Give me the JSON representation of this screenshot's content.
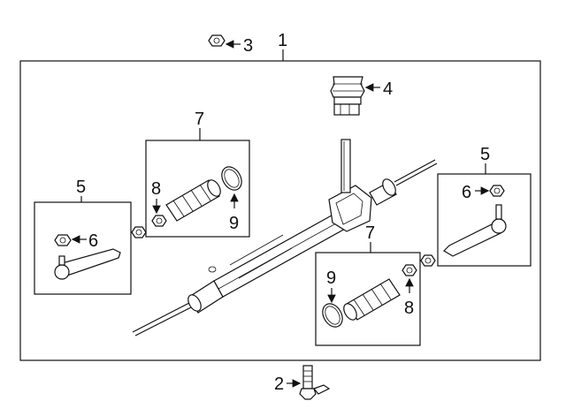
{
  "diagram": {
    "callouts": {
      "assembly": "1",
      "bolt": "2",
      "nut_top": "3",
      "motor": "4",
      "tie_rod_end_left": "5",
      "tie_rod_end_right": "5",
      "nut_left_end": "6",
      "nut_right_end": "6",
      "boot_kit_upper": "7",
      "boot_kit_lower": "7",
      "clamp_nut_upper": "8",
      "clamp_nut_lower": "8",
      "clamp_ring_upper": "9",
      "clamp_ring_lower": "9"
    },
    "colors": {
      "line": "#111111",
      "background": "#ffffff"
    }
  }
}
